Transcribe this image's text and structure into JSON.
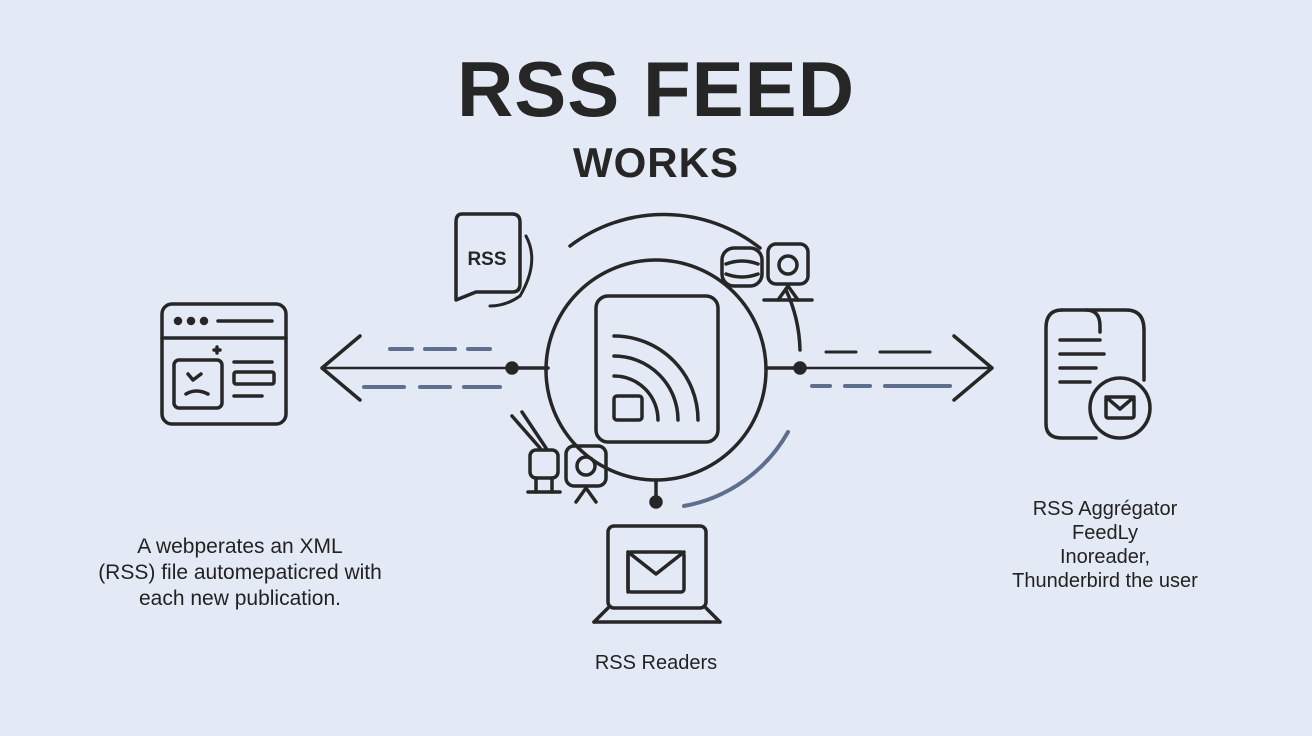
{
  "title": "RSS FEED",
  "subtitle": "WORKS",
  "bubble_label": "RSS",
  "left_caption": {
    "lines": [
      "A webperates an XML",
      "(RSS) file automepaticred with",
      "each new publication."
    ]
  },
  "right_caption": {
    "lines": [
      "RSS Aggrégator",
      "FeedLy",
      "Inoreader,",
      "Thunderbird the user"
    ]
  },
  "bottom_caption": "RSS Readers",
  "colors": {
    "background": "#e4eaf5",
    "stroke": "#262626",
    "accent": "#5d6f8c"
  },
  "icons": [
    "browser-window-icon",
    "rss-speech-bubble-icon",
    "rss-feed-icon",
    "user-icon",
    "document-mail-icon",
    "laptop-mail-icon"
  ]
}
